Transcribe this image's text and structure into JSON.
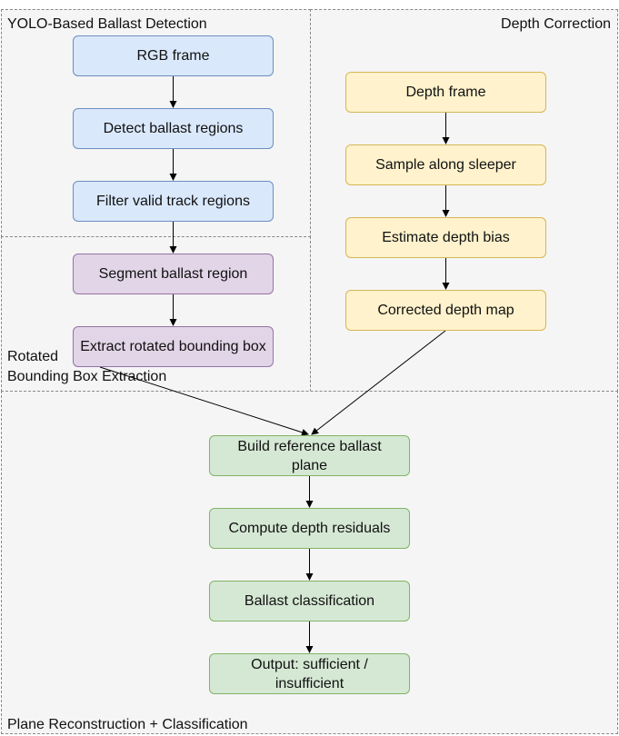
{
  "groups": {
    "yolo": "YOLO-Based Ballast Detection",
    "depth": "Depth Correction",
    "rotated_line1": "Rotated",
    "rotated_line2": "Bounding Box Extraction",
    "plane": "Plane Reconstruction + Classification"
  },
  "nodes": {
    "rgb_frame": "RGB frame",
    "detect_ballast": "Detect ballast regions",
    "filter_track": "Filter valid track regions",
    "segment_ballast": "Segment ballast region",
    "extract_box": "Extract rotated bounding box",
    "depth_frame": "Depth frame",
    "sample_sleeper": "Sample along sleeper",
    "estimate_bias": "Estimate depth bias",
    "corrected_map": "Corrected depth map",
    "build_plane": "Build reference ballast plane",
    "compute_residuals": "Compute depth residuals",
    "classification": "Ballast classification",
    "output": "Output: sufficient / insufficient"
  },
  "colors": {
    "blue": "#dae8fc",
    "yellow": "#fff2cc",
    "purple": "#e1d5e7",
    "green": "#d5e8d4",
    "edge": "#000000"
  }
}
